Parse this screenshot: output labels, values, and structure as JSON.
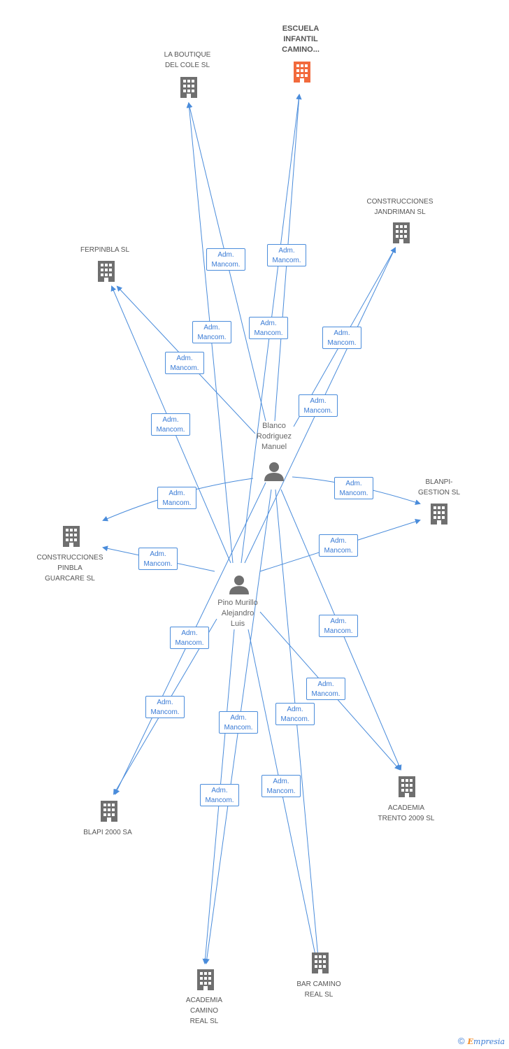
{
  "colors": {
    "edge": "#4a8cdb",
    "building": "#6f6f6f",
    "focus": "#f26a3c",
    "person": "#6f6f6f"
  },
  "nodes": {
    "escuela": "ESCUELA\nINFANTIL\nCAMINO...",
    "boutique": "LA BOUTIQUE\nDEL COLE SL",
    "jandriman": "CONSTRUCCIONES\nJANDRIMAN SL",
    "ferpinbla": "FERPINBLA  SL",
    "blanpi": "BLANPI-\nGESTION SL",
    "pinbla": "CONSTRUCCIONES\nPINBLA\nGUARCARE SL",
    "blapi2000": "BLAPI 2000 SA",
    "trento": "ACADEMIA\nTRENTO 2009 SL",
    "academia_real": "ACADEMIA\nCAMINO\nREAL SL",
    "bar": "BAR CAMINO\nREAL SL",
    "blanco": "Blanco\nRodriguez\nManuel",
    "pino": "Pino Murillo\nAlejandro\nLuis"
  },
  "edge_label": "Adm.\nMancom.",
  "footer": {
    "copyright": "©",
    "brand_first": "E",
    "brand_rest": "mpresia"
  }
}
